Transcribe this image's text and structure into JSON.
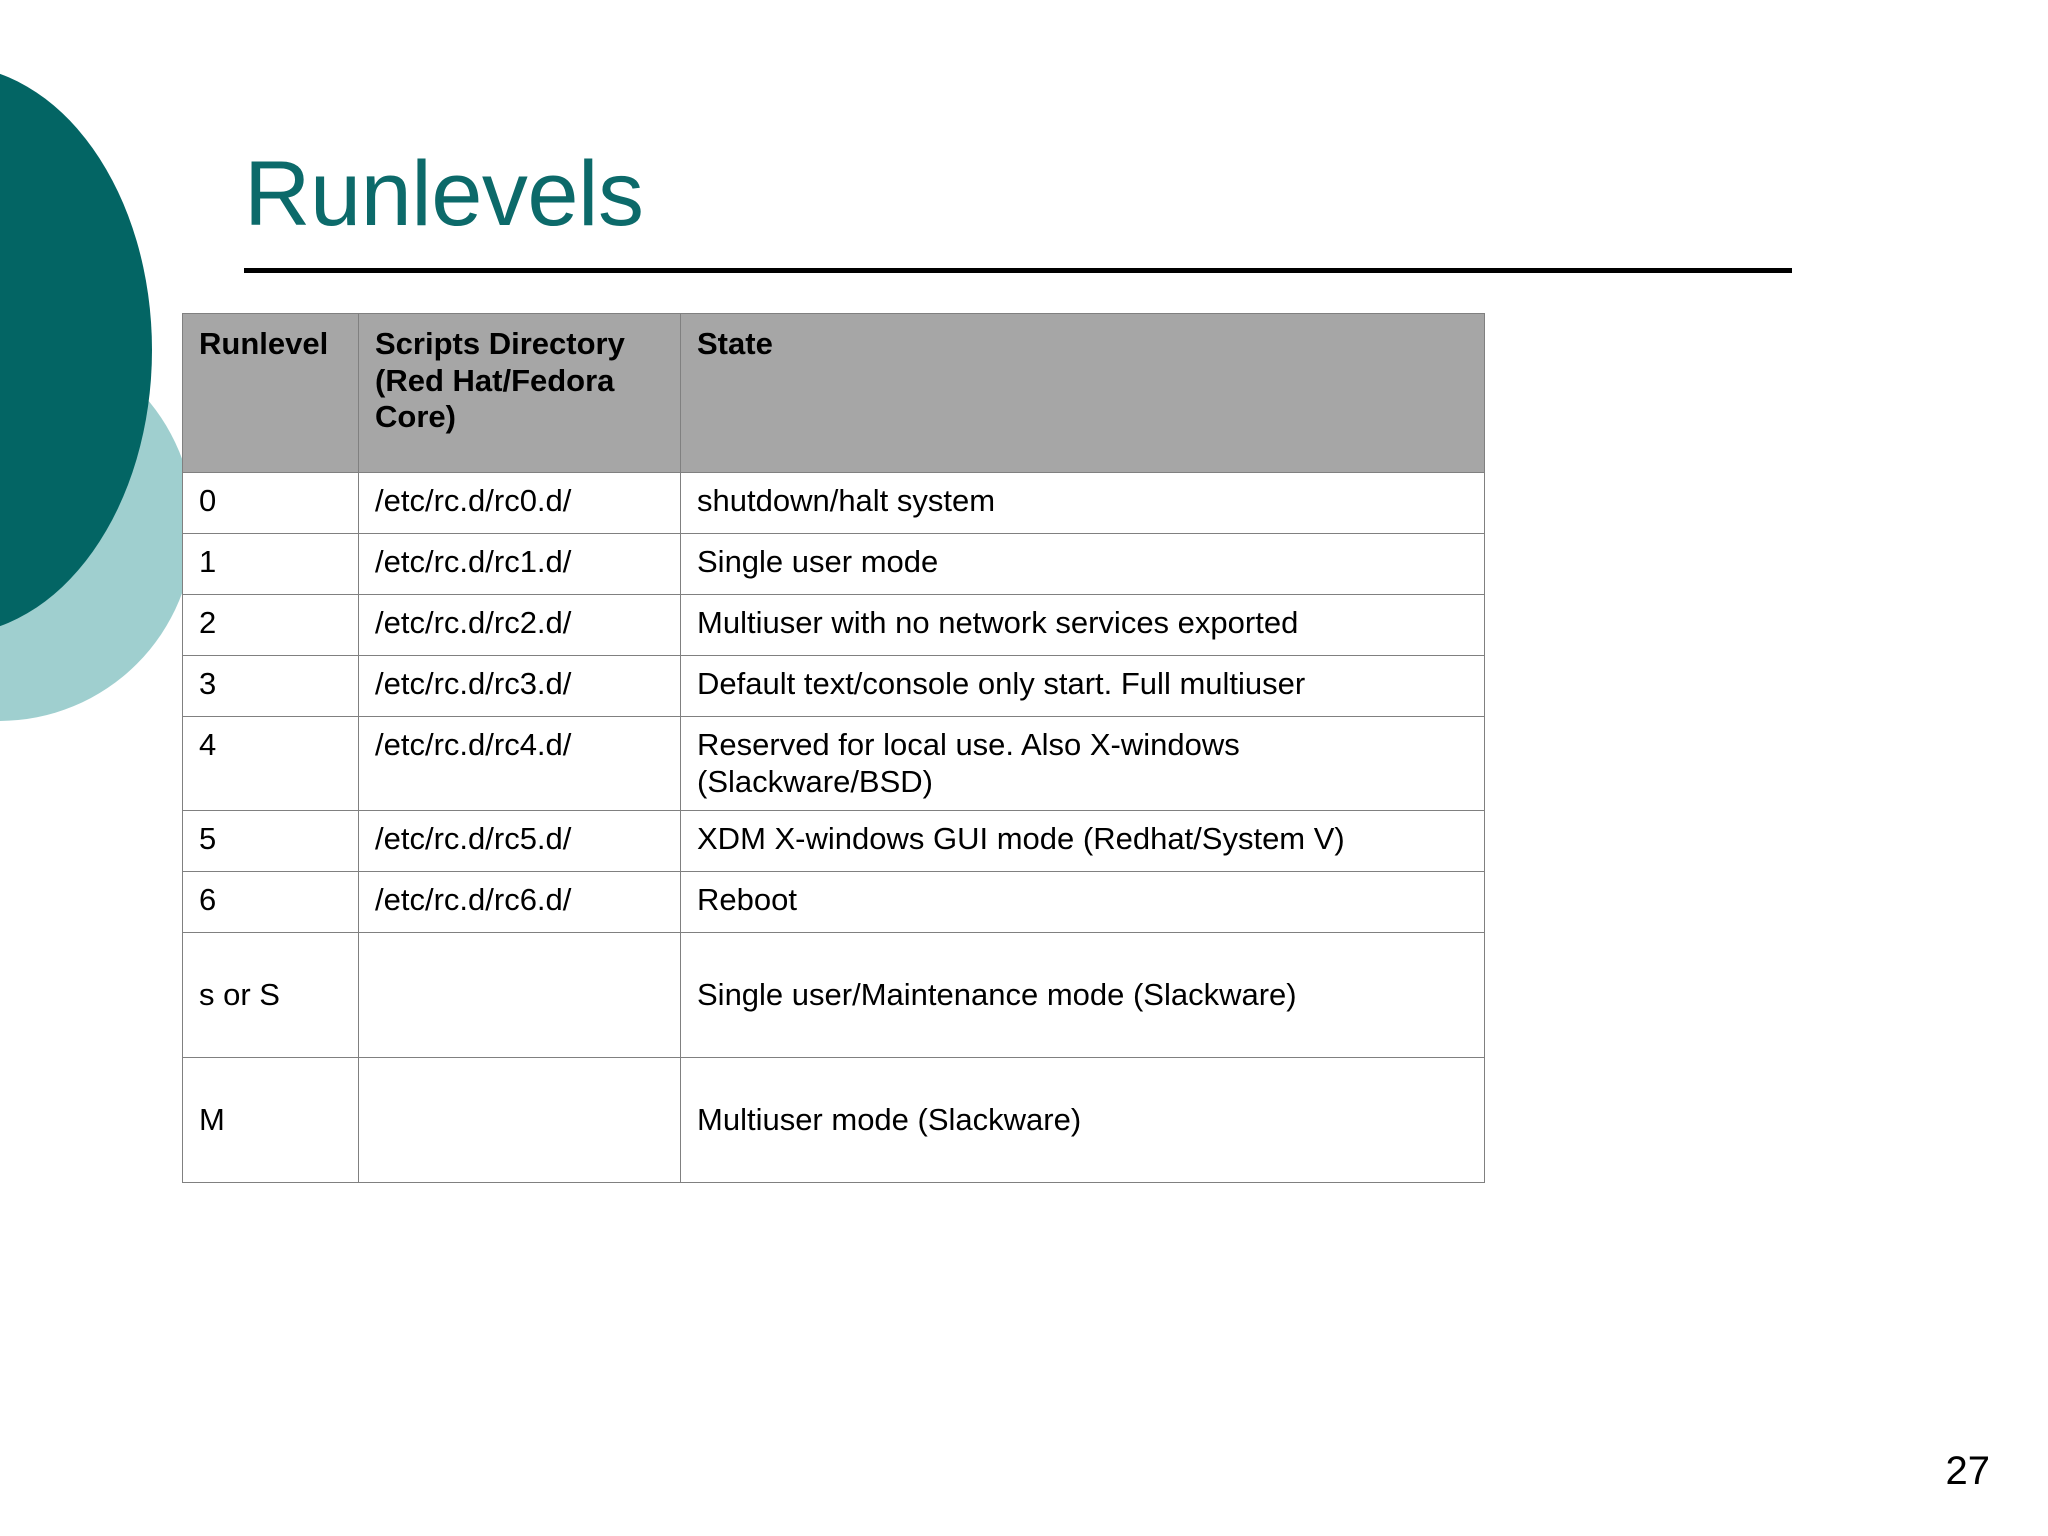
{
  "slide": {
    "title": "Runlevels",
    "page_number": "27",
    "accent_color_dark": "#036564",
    "accent_color_light": "#9FCFCF",
    "title_color": "#0C6A6A",
    "header_fill": "#A6A6A6",
    "border_color": "#808080"
  },
  "decorations": {
    "dark_circle_name": "dark-teal-circle",
    "light_circle_name": "light-teal-circle"
  },
  "table": {
    "headers": [
      "Runlevel",
      "Scripts Directory (Red Hat/Fedora Core)",
      "State"
    ],
    "rows": [
      {
        "runlevel": "0",
        "directory": "/etc/rc.d/rc0.d/",
        "state": "shutdown/halt system"
      },
      {
        "runlevel": "1",
        "directory": "/etc/rc.d/rc1.d/",
        "state": "Single user mode"
      },
      {
        "runlevel": "2",
        "directory": "/etc/rc.d/rc2.d/",
        "state": "Multiuser with no network services exported"
      },
      {
        "runlevel": "3",
        "directory": "/etc/rc.d/rc3.d/",
        "state": "Default text/console only start. Full multiuser"
      },
      {
        "runlevel": "4",
        "directory": "/etc/rc.d/rc4.d/",
        "state": "Reserved for local use. Also X-windows (Slackware/BSD)"
      },
      {
        "runlevel": "5",
        "directory": "/etc/rc.d/rc5.d/",
        "state": "XDM X-windows GUI mode (Redhat/System V)"
      },
      {
        "runlevel": "6",
        "directory": "/etc/rc.d/rc6.d/",
        "state": "Reboot"
      },
      {
        "runlevel": "s or S",
        "directory": "",
        "state": "Single user/Maintenance mode (Slackware)"
      },
      {
        "runlevel": "M",
        "directory": "",
        "state": "Multiuser mode (Slackware)"
      }
    ]
  }
}
